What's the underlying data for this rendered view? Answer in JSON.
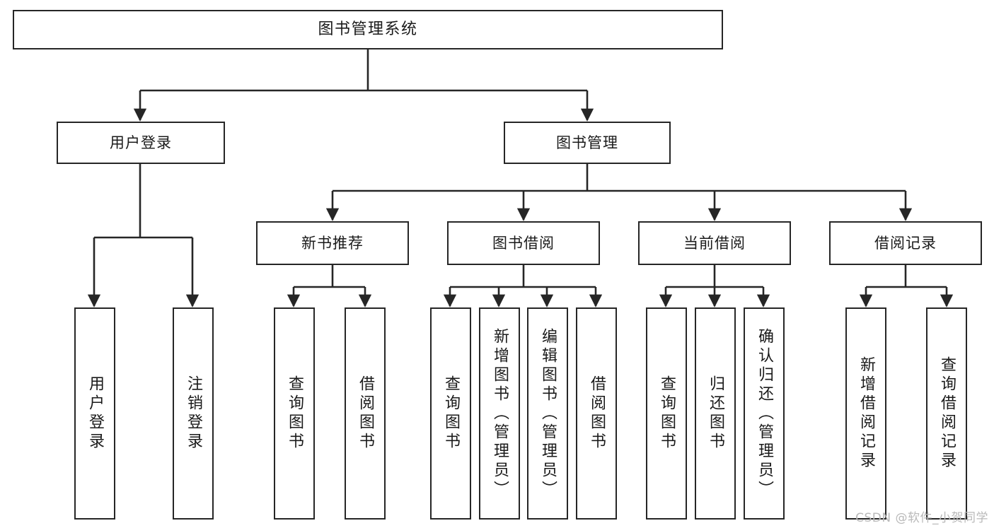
{
  "diagram": {
    "type": "tree",
    "title": "图书管理系统",
    "root": {
      "label": "图书管理系统"
    },
    "level2": [
      {
        "label": "用户登录"
      },
      {
        "label": "图书管理"
      }
    ],
    "level3": [
      {
        "label": "新书推荐"
      },
      {
        "label": "图书借阅"
      },
      {
        "label": "当前借阅"
      },
      {
        "label": "借阅记录"
      }
    ],
    "leaves": {
      "user_login": [
        {
          "label": "用户登录"
        },
        {
          "label": "注销登录"
        }
      ],
      "new_book": [
        {
          "label": "查询图书"
        },
        {
          "label": "借阅图书"
        }
      ],
      "book_borrow": [
        {
          "label": "查询图书"
        },
        {
          "label": "新增图书（管理员）"
        },
        {
          "label": "编辑图书（管理员）"
        },
        {
          "label": "借阅图书"
        }
      ],
      "current_borrow": [
        {
          "label": "查询图书"
        },
        {
          "label": "归还图书"
        },
        {
          "label": "确认归还（管理员）"
        }
      ],
      "borrow_record": [
        {
          "label": "新增借阅记录"
        },
        {
          "label": "查询借阅记录"
        }
      ]
    },
    "colors": {
      "node_border": "#262626",
      "node_fill": "#ffffff",
      "edge": "#262626",
      "text": "#1a1a1a",
      "watermark": "#b9b9b9",
      "background": "#ffffff"
    }
  },
  "watermark": {
    "text": "CSDN @软件_小贺同学"
  }
}
